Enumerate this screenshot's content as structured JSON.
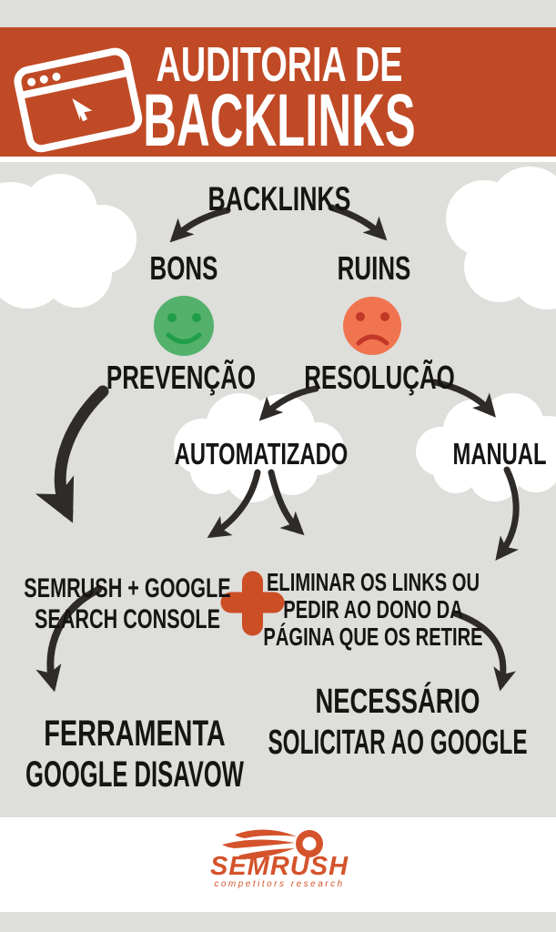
{
  "header": {
    "title_line1": "AUDITORIA DE",
    "title_line2": "BACKLINKS",
    "icon": "browser-window-cursor-icon"
  },
  "flow": {
    "root_label": "BACKLINKS",
    "good": {
      "label": "BONS",
      "icon": "smiley-happy-icon",
      "action_label": "PREVENÇÃO"
    },
    "bad": {
      "label": "RUINS",
      "icon": "smiley-sad-icon",
      "action_label": "RESOLUÇÃO"
    },
    "automated_label": "AUTOMATIZADO",
    "manual_label": "MANUAL",
    "console_block": {
      "line1": "SEMRUSH + GOOGLE",
      "line2": "SEARCH CONSOLE"
    },
    "plus": {
      "icon": "plus-icon",
      "color": "#cb4e24"
    },
    "eliminate_block": {
      "line1": "ELIMINAR OS LINKS OU",
      "line2": "PEDIR AO DONO DA",
      "line3": "PÁGINA QUE OS RETIRE"
    },
    "disavow_block": {
      "line1": "FERRAMENTA",
      "line2": "GOOGLE DISAVOW"
    },
    "request_block": {
      "line1": "NECESSÁRIO",
      "line2": "SOLICITAR AO GOOGLE"
    }
  },
  "footer": {
    "brand": "SEMRUSH",
    "tagline": "competitors research",
    "icon": "semrush-flame-icon"
  },
  "colors": {
    "header_orange": "#c04a26",
    "plus_orange": "#cb4e24",
    "background_gray": "#dededb",
    "good_green": "#53b16c",
    "good_green_dark": "#1f9e4a",
    "bad_red": "#f0744f",
    "bad_red_dark": "#c23726",
    "arrow_dark": "#2e2b29",
    "text_black": "#161513",
    "logo_orange": "#d4532b",
    "white": "#ffffff"
  }
}
